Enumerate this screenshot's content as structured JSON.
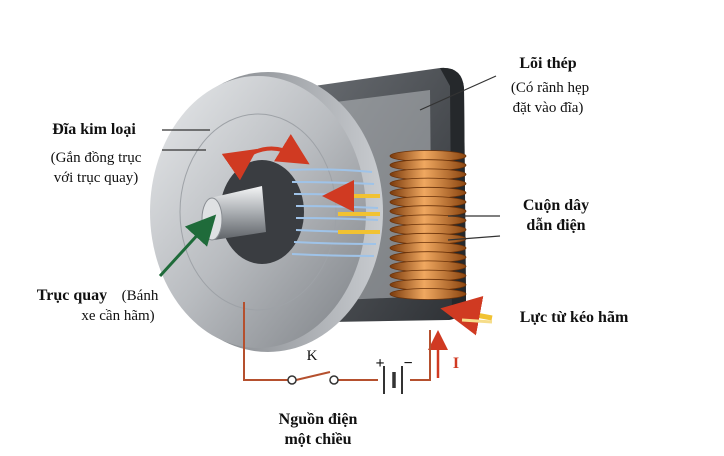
{
  "labels": {
    "disc_title": "Đĩa kim loại",
    "disc_note_line1": "(Gắn đồng trục",
    "disc_note_line2": "với trục quay)",
    "axle_title": "Trục quay",
    "axle_note_line1": "(Bánh",
    "axle_note_line2": "xe cần hãm)",
    "core_title": "Lõi thép",
    "core_note_line1": "(Có rãnh hẹp",
    "core_note_line2": "đặt vào đĩa)",
    "coil_line1": "Cuộn dây",
    "coil_line2": "dẫn điện",
    "force": "Lực từ kéo hãm",
    "switch": "K",
    "source_line1": "Nguồn điện",
    "source_line2": "một chiều",
    "current": "I",
    "plus": "+",
    "minus": "−"
  },
  "colors": {
    "disc": "#b9bcc0",
    "core": "#3f4246",
    "copper": "#c06a1e",
    "field_lines": "#9fc3e8",
    "arrow_red": "#d03a22",
    "arrow_yellow": "#f1c232",
    "wire": "#b5502e",
    "pointer_green": "#1f6b3a"
  }
}
